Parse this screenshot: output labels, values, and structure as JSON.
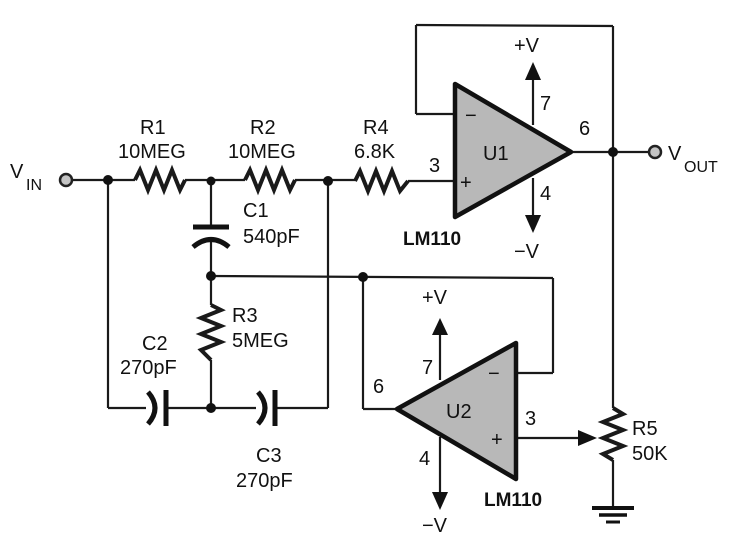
{
  "diagram": {
    "type": "circuit-schematic",
    "input": {
      "label": "V",
      "subscript": "IN"
    },
    "output": {
      "label": "V",
      "subscript": "OUT"
    },
    "resistors": [
      {
        "ref": "R1",
        "value": "10MEG"
      },
      {
        "ref": "R2",
        "value": "10MEG"
      },
      {
        "ref": "R3",
        "value": "5MEG"
      },
      {
        "ref": "R4",
        "value": "6.8K"
      },
      {
        "ref": "R5",
        "value": "50K"
      }
    ],
    "capacitors": [
      {
        "ref": "C1",
        "value": "540pF"
      },
      {
        "ref": "C2",
        "value": "270pF"
      },
      {
        "ref": "C3",
        "value": "270pF"
      }
    ],
    "opamps": [
      {
        "ref": "U1",
        "part": "LM110",
        "pins": {
          "inv": "−",
          "noninv": "+",
          "pos_supply_pin": "7",
          "neg_supply_pin": "4",
          "output_pin": "6",
          "input_pin": "3"
        },
        "supplies": {
          "pos": "+V",
          "neg": "−V"
        }
      },
      {
        "ref": "U2",
        "part": "LM110",
        "pins": {
          "inv": "−",
          "noninv": "+",
          "pos_supply_pin": "7",
          "neg_supply_pin": "4",
          "output_pin": "6",
          "input_pin": "3"
        },
        "supplies": {
          "pos": "+V",
          "neg": "−V"
        }
      }
    ]
  }
}
